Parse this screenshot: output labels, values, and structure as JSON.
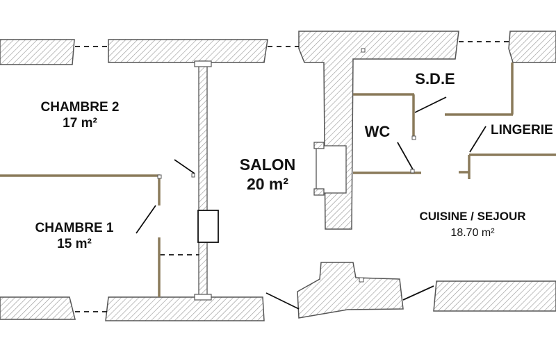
{
  "rooms": {
    "chambre2": {
      "name": "CHAMBRE 2",
      "area": "17 m²"
    },
    "chambre1": {
      "name": "CHAMBRE 1",
      "area": "15 m²"
    },
    "salon": {
      "name": "SALON",
      "area": "20 m²"
    },
    "sde": {
      "name": "S.D.E"
    },
    "wc": {
      "name": "WC"
    },
    "lingerie": {
      "name": "LINGERIE"
    },
    "cuisine": {
      "name": "CUISINE / SEJOUR",
      "area": "18.70 m²"
    }
  },
  "colors": {
    "wall_stroke": "#555555",
    "hatch": "#9a9a9a",
    "partition": "#8a7a5a",
    "line": "#111111"
  }
}
